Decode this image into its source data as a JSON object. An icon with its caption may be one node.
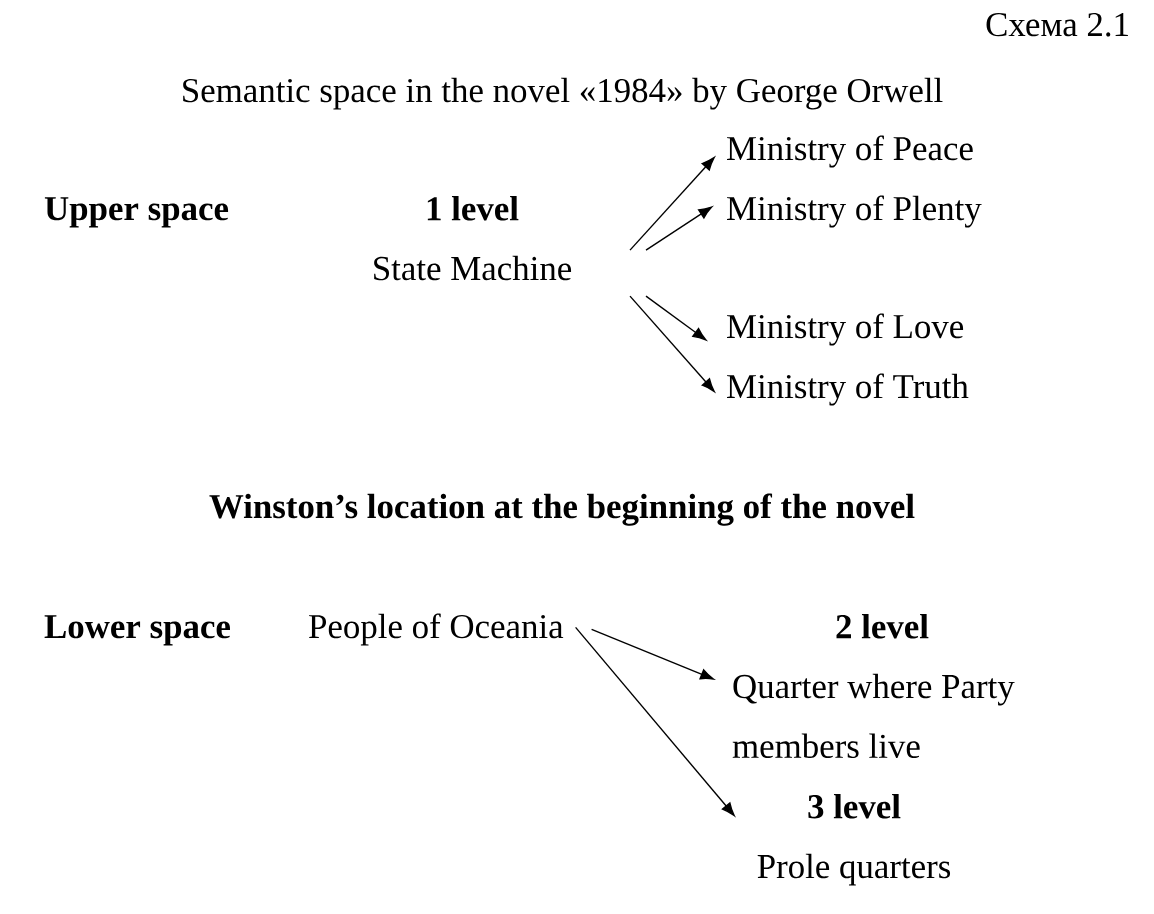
{
  "diagram": {
    "title": "Semantic space in the novel «1984» by George Orwell",
    "nodes": [
      {
        "text": [
          "1 level",
          "State Machine"
        ]
      },
      {
        "text": [
          "Ministry of Peace"
        ]
      },
      {
        "text": [
          "Ministry of Plenty"
        ]
      },
      {
        "text": [
          "Ministry of Love"
        ]
      },
      {
        "text": [
          "Ministry of Truth"
        ]
      },
      {
        "text": [
          "People of Oceania"
        ]
      },
      {
        "text": [
          "2 level",
          "Quarter where Party members live"
        ]
      },
      {
        "text": [
          "3 level",
          "Prole quarters"
        ]
      }
    ],
    "edges": [
      {
        "from": 0,
        "to": 1,
        "arrow": "to"
      },
      {
        "from": 0,
        "to": 2,
        "arrow": "to"
      },
      {
        "from": 0,
        "to": 3,
        "arrow": "to"
      },
      {
        "from": 0,
        "to": 4,
        "arrow": "to"
      },
      {
        "from": 5,
        "to": 6,
        "arrow": "to"
      },
      {
        "from": 5,
        "to": 7,
        "arrow": "to"
      }
    ],
    "labels": [
      "Схема 2.1",
      "Upper space",
      "Winston’s location at the beginning of the novel",
      "Lower space"
    ]
  }
}
